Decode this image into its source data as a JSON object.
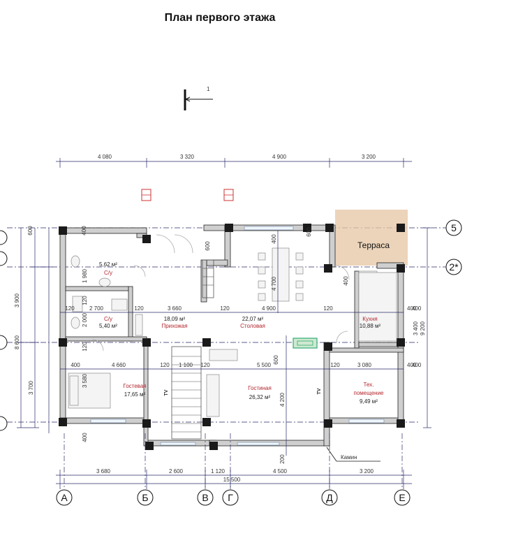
{
  "title": "План первого этажа",
  "section_mark": "1",
  "dimensions_top": [
    "4 080",
    "3 320",
    "4 900",
    "3 200"
  ],
  "dimensions_bottom_inner": [
    "3 680",
    "2 600",
    "1 120",
    "4 500",
    "3 200"
  ],
  "dimensions_bottom_total": "15 500",
  "dimensions_left_outer": [
    "3 900",
    "8 600",
    "3 700"
  ],
  "dimensions_left_inner": [
    "600",
    "1 980",
    "2 000",
    "120",
    "3 580",
    "400"
  ],
  "dimensions_right": [
    "9 200"
  ],
  "dimensions_right_inner": [
    "600",
    "3 400",
    "400",
    "400"
  ],
  "dimensions_inner": {
    "top_left_400": "400",
    "wc1_120": "120",
    "wc2_2700": "2 700",
    "wc2_120a": "120",
    "hall_3660": "3 660",
    "hall_120": "120",
    "dining_4900": "4 900",
    "dining_120": "120",
    "kitchen_400": "400",
    "kitchen_400b": "400",
    "living_400": "400",
    "living_4660": "4 660",
    "living_120a": "120",
    "living_1100": "1 100",
    "living_120b": "120",
    "living_5500": "5 500",
    "living_120c": "120",
    "living_3080": "3 080",
    "living_400b": "400",
    "stair_600": "600",
    "dining_400": "400",
    "dining_4700": "4 700",
    "dining_600": "600",
    "kitchen_400c": "400",
    "living_600": "600",
    "living_4200": "4 200",
    "living_200": "200",
    "wc_120v": "120"
  },
  "rooms": [
    {
      "name": "С/у",
      "area": "5,62 м²"
    },
    {
      "name": "С/у",
      "area": "5,40 м²"
    },
    {
      "name": "Прихожая",
      "area": "18,09 м²"
    },
    {
      "name": "Столовая",
      "area": "22,07 м²"
    },
    {
      "name": "Кухня",
      "area": "10,88 м²"
    },
    {
      "name": "Гостевая",
      "area": "17,65 м²"
    },
    {
      "name": "Гостиная",
      "area": "26,32 м²"
    },
    {
      "name": "Тех. помещение",
      "name_line2": "помещение",
      "name_line1": "Тех.",
      "area": "9,49 м²"
    }
  ],
  "terrace": "Терраса",
  "fireplace_label": "Камин",
  "tv_labels": [
    "TV",
    "TV"
  ],
  "axes_bottom": [
    "А",
    "Б",
    "В",
    "Г",
    "Д",
    "Е"
  ],
  "axes_right": [
    "5",
    "2*"
  ]
}
